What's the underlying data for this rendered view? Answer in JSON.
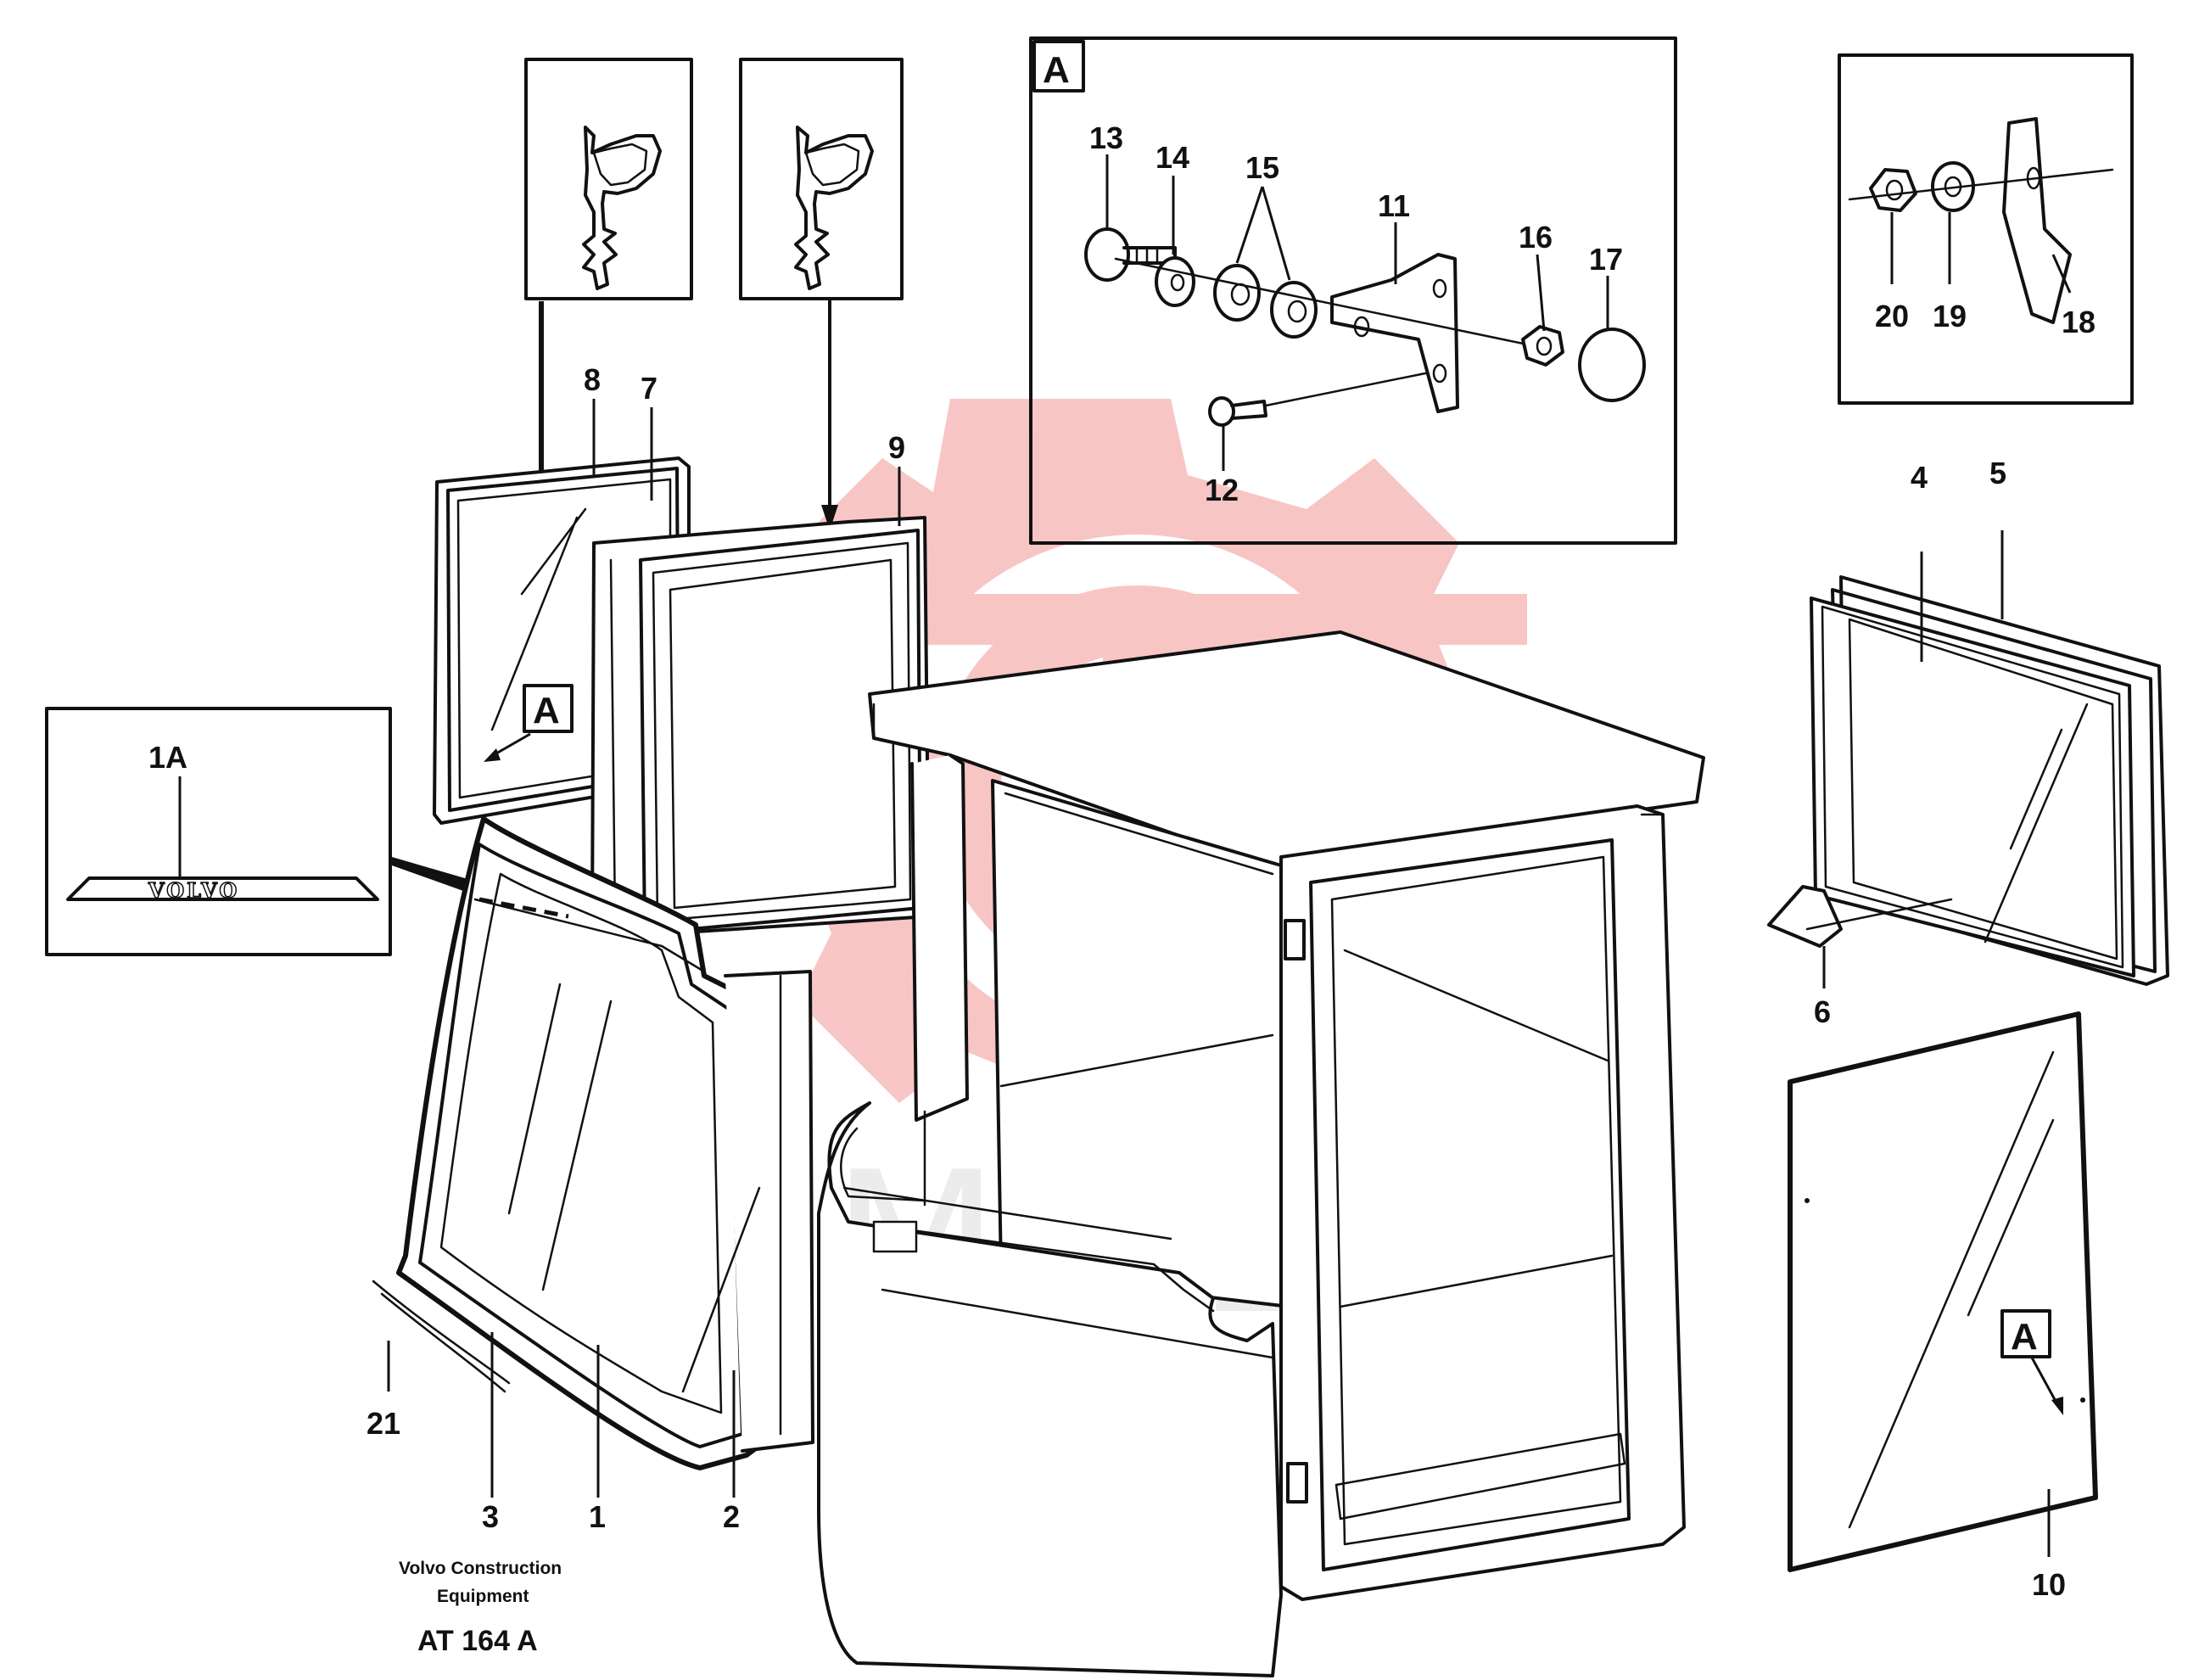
{
  "labels": {
    "l1": "1",
    "l1a": "1A",
    "l2": "2",
    "l3": "3",
    "l4": "4",
    "l5": "5",
    "l6": "6",
    "l7": "7",
    "l8": "8",
    "l9": "9",
    "l10": "10",
    "l11": "11",
    "l12": "12",
    "l13": "13",
    "l14": "14",
    "l15": "15",
    "l16": "16",
    "l17": "17",
    "l18": "18",
    "l19": "19",
    "l20": "20",
    "l21": "21"
  },
  "detail_marker": "A",
  "emblem_text": "VOLVO",
  "watermark_text": "MITEX",
  "footer": {
    "company_line1": "Volvo Construction",
    "company_line2": "Equipment",
    "drawing_code": "AT 164 A"
  },
  "colors": {
    "line": "#111111",
    "background": "#ffffff",
    "watermark_logo": "#f5a5a5",
    "watermark_text": "#e6e6e6"
  }
}
